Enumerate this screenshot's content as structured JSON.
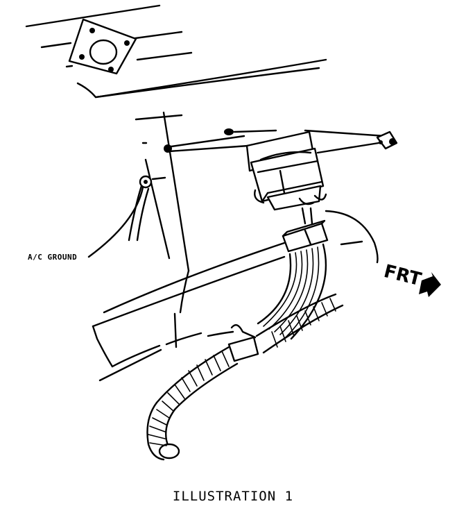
{
  "labels": {
    "ac_ground": "A/C GROUND",
    "front": "FRT"
  },
  "caption": "ILLUSTRATION 1",
  "icons": [
    "front-direction-arrow-icon"
  ],
  "colors": {
    "ink": "#000000",
    "paper": "#ffffff"
  }
}
